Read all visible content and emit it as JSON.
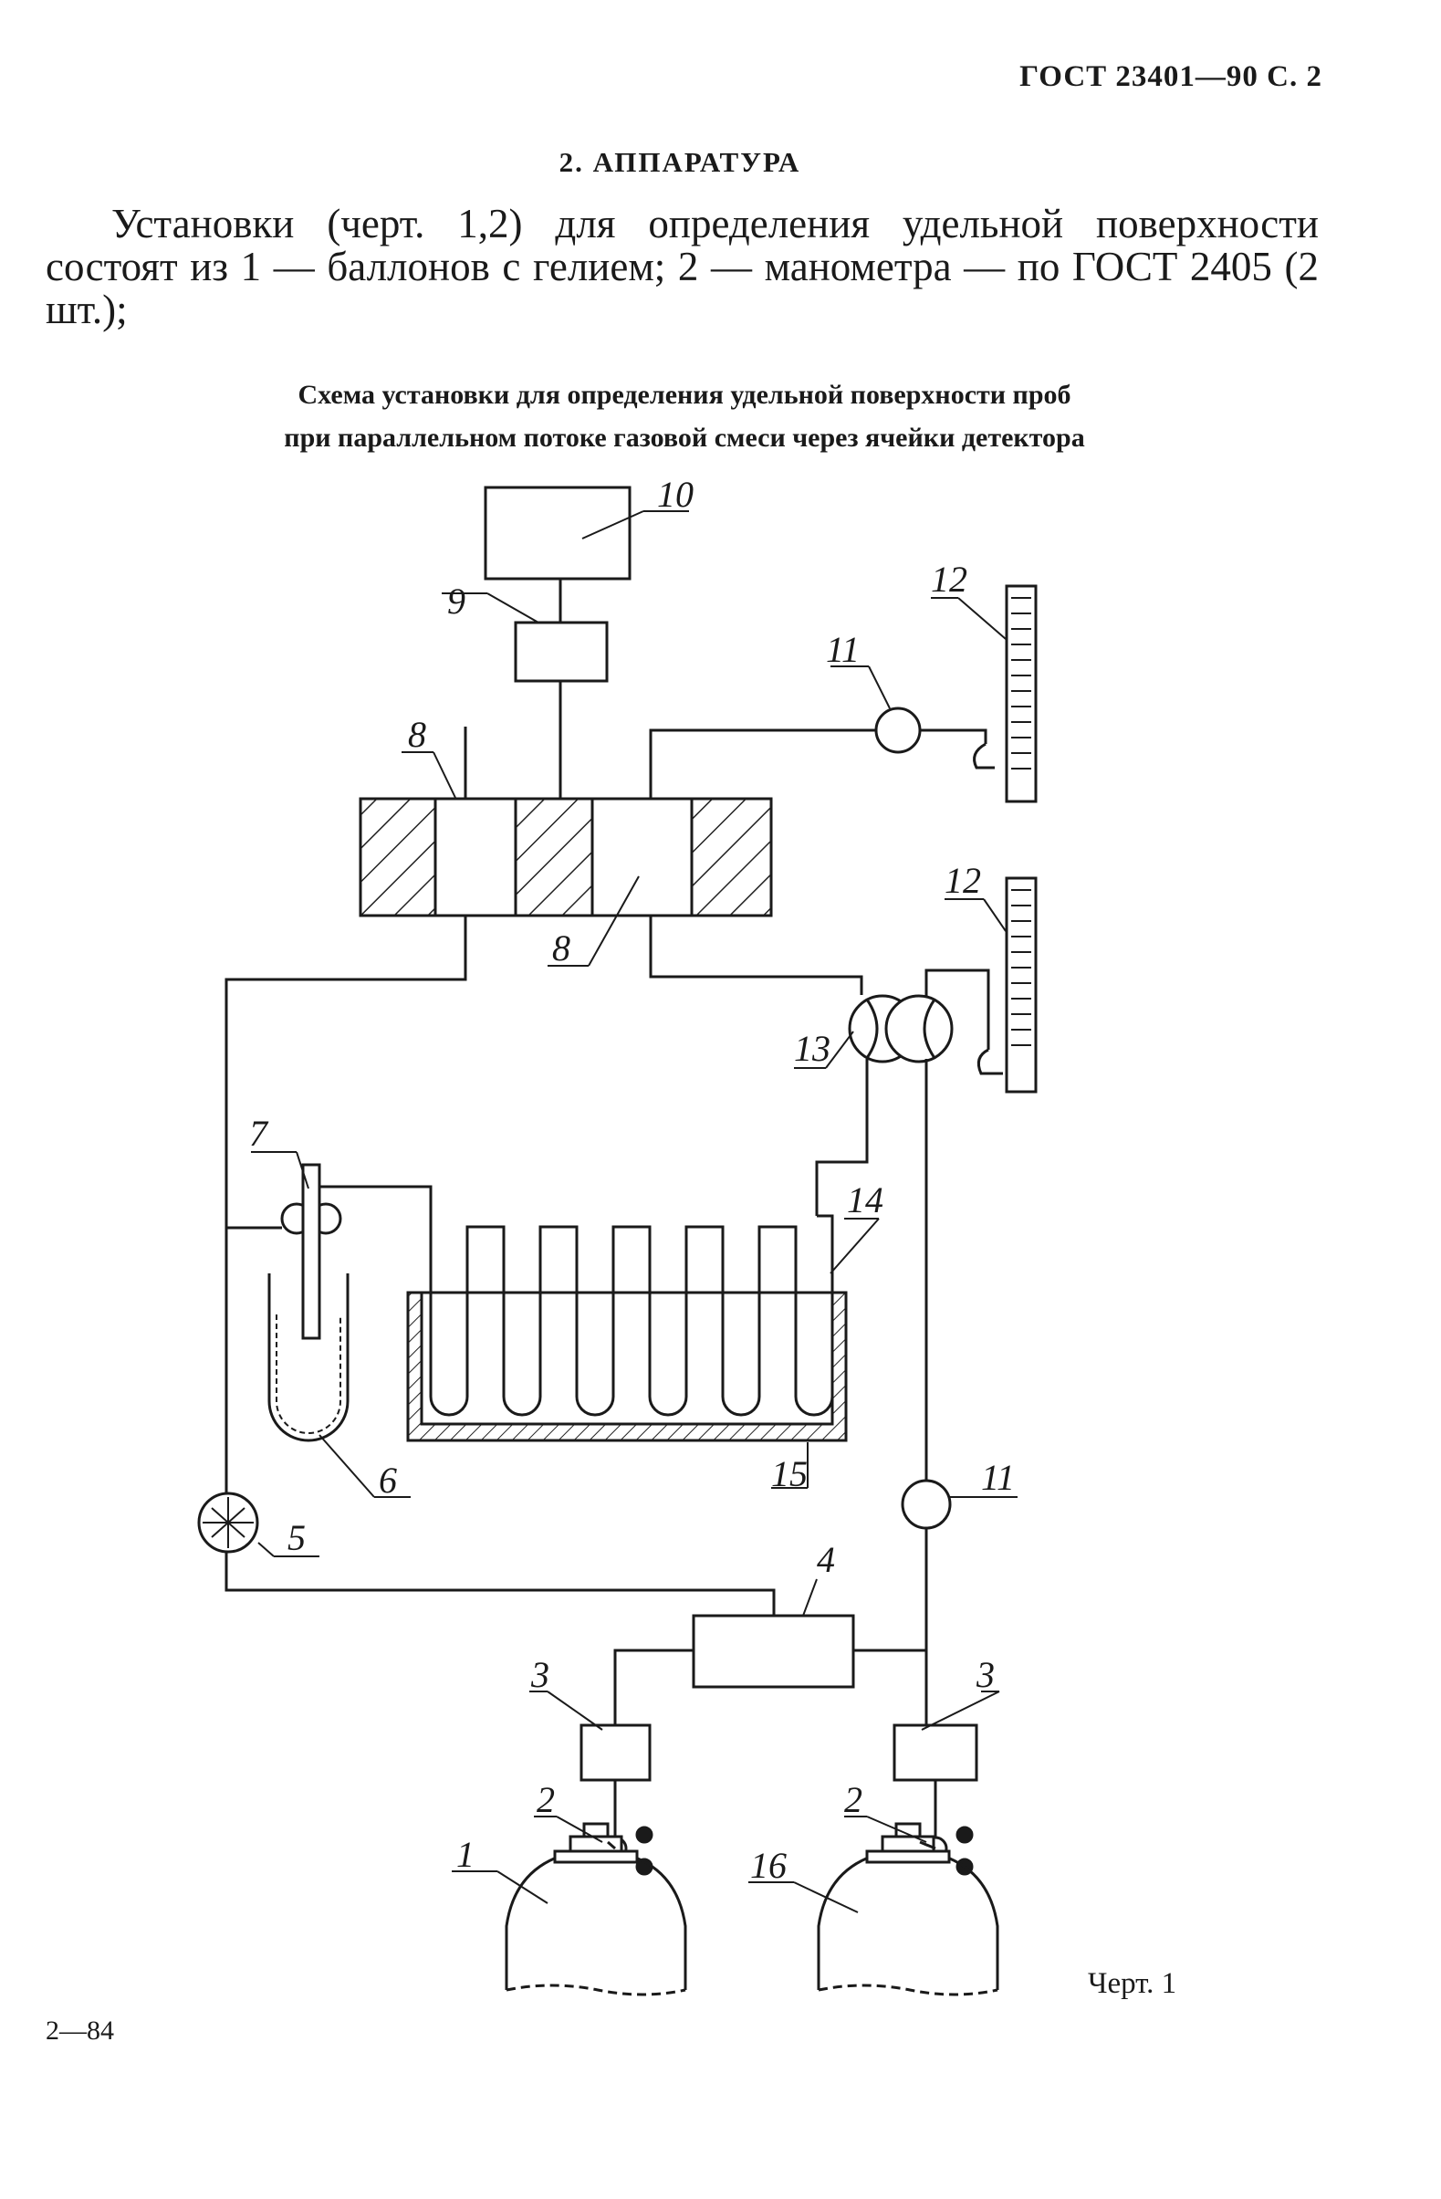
{
  "header": {
    "ref": "ГОСТ 23401—90 С. 2"
  },
  "section_title": "2. АППАРАТУРА",
  "paragraph": "Установки (черт. 1,2) для определения удельной поверхности состоят из 1 — баллонов с гелием; 2 — манометра — по ГОСТ 2405 (2 шт.);",
  "caption": {
    "line1": "Схема установки для определения удельной поверхности проб",
    "line2": "при параллельном потоке газовой смеси через ячейки детектора"
  },
  "diagram": {
    "labels": [
      "10",
      "9",
      "12",
      "11",
      "8",
      "8",
      "12",
      "13",
      "7",
      "14",
      "6",
      "15",
      "5",
      "11",
      "4",
      "3",
      "3",
      "2",
      "2",
      "1",
      "16"
    ]
  },
  "figure_label": "Черт. 1",
  "footer": {
    "page_code": "2—84"
  }
}
